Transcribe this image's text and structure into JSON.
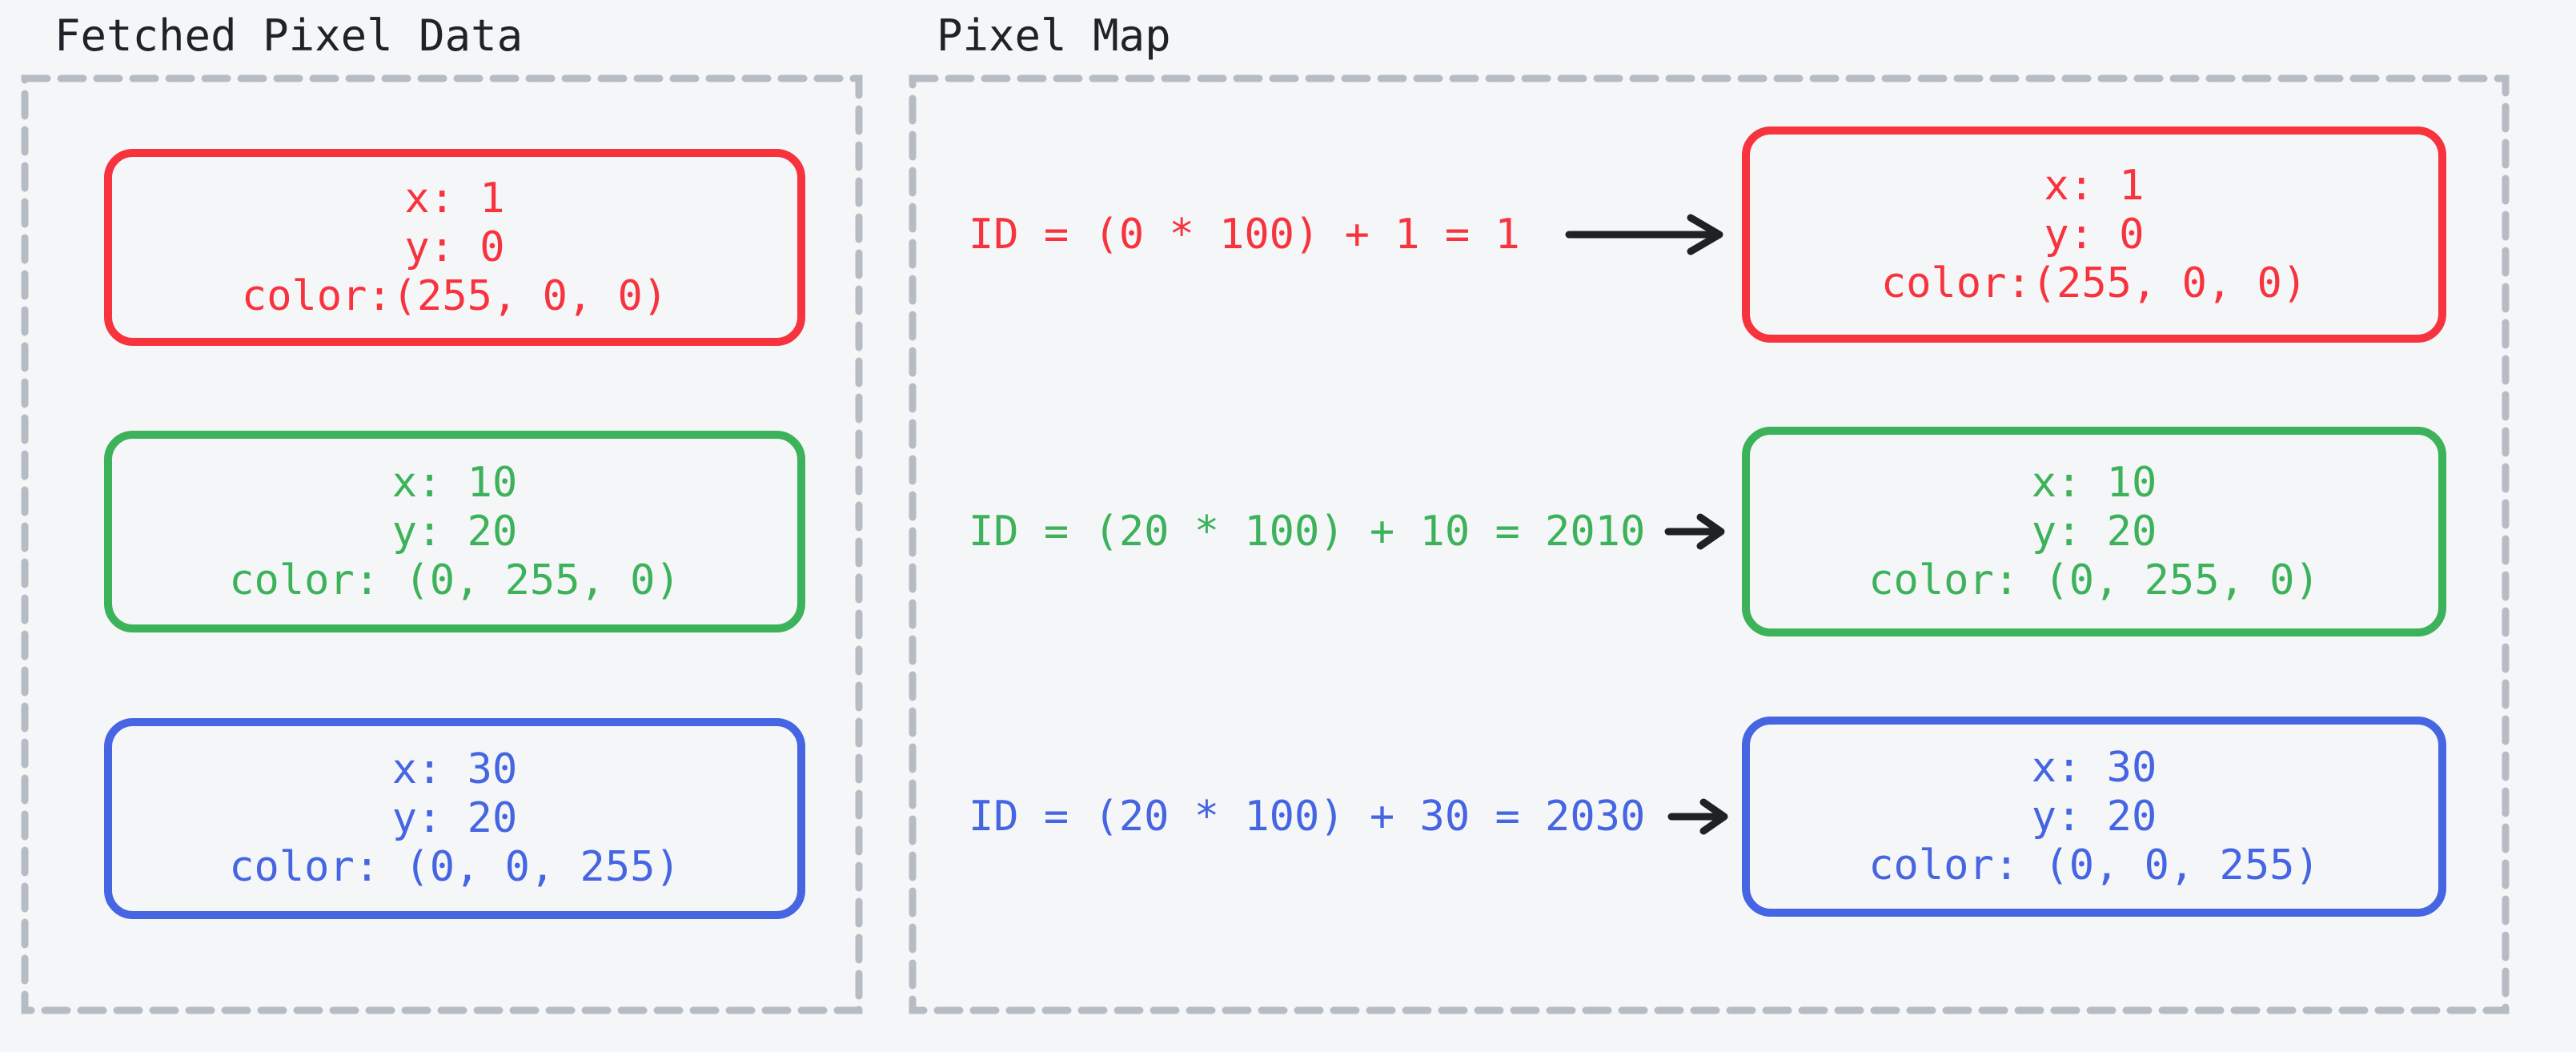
{
  "colors": {
    "red": "#f7333e",
    "green": "#3cb25a",
    "blue": "#4565e2",
    "dash": "#b6bcc4",
    "arrow": "#202125",
    "title": "#202228",
    "background": "#f5f6f8"
  },
  "left_panel": {
    "title": "Fetched Pixel Data",
    "boxes": [
      {
        "name": "red",
        "lines": [
          "x: 1",
          "y: 0",
          "color:(255, 0, 0)"
        ]
      },
      {
        "name": "green",
        "lines": [
          "x: 10",
          "y: 20",
          "color: (0, 255, 0)"
        ]
      },
      {
        "name": "blue",
        "lines": [
          "x: 30",
          "y: 20",
          "color: (0, 0, 255)"
        ]
      }
    ]
  },
  "right_panel": {
    "title": "Pixel Map",
    "rows": [
      {
        "name": "red",
        "formula": "ID = (0 * 100) + 1 = 1",
        "arrow": "long-right-arrow",
        "box_lines": [
          "x: 1",
          "y: 0",
          "color:(255, 0, 0)"
        ]
      },
      {
        "name": "green",
        "formula": "ID = (20 * 100) + 10 = 2010",
        "arrow": "short-right-arrow",
        "box_lines": [
          "x: 10",
          "y: 20",
          "color: (0, 255, 0)"
        ]
      },
      {
        "name": "blue",
        "formula": "ID = (20 * 100) + 30 = 2030",
        "arrow": "short-right-arrow",
        "box_lines": [
          "x: 30",
          "y: 20",
          "color: (0, 0, 255)"
        ]
      }
    ]
  }
}
